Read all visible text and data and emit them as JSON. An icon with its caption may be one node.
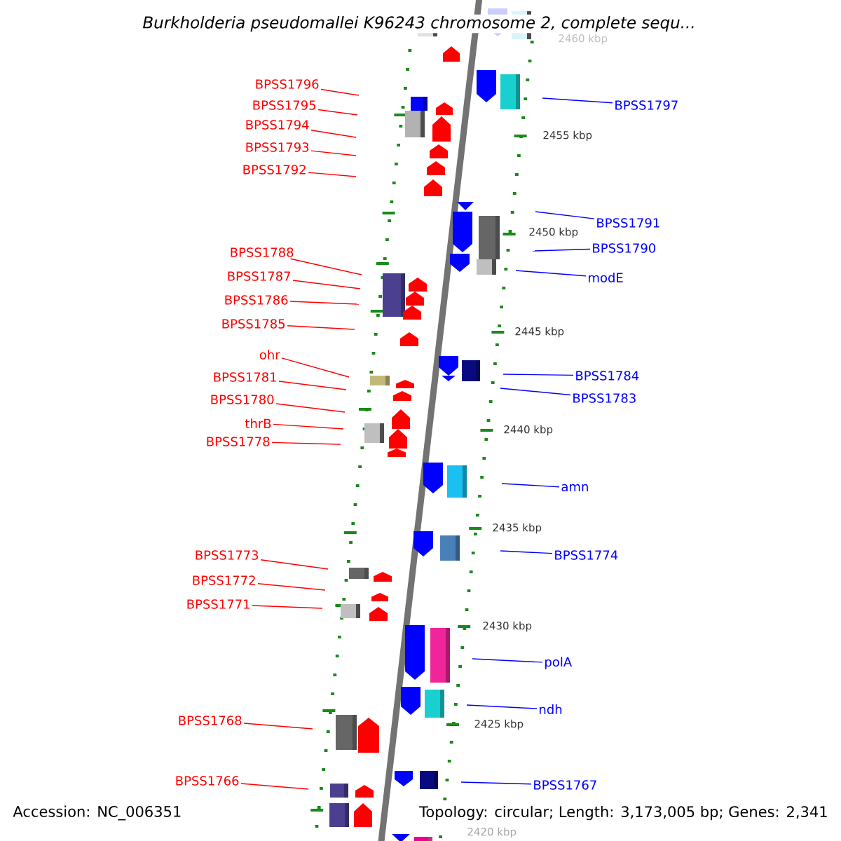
{
  "diagram": {
    "title": "Burkholderia pseudomallei K96243 chromosome 2, complete sequ...",
    "nodes": [
      {
        "text": [
          "BPSS1796"
        ]
      },
      {
        "text": [
          "BPSS1797"
        ]
      },
      {
        "text": [
          "BPSS1795"
        ]
      },
      {
        "text": [
          "BPSS1794"
        ]
      },
      {
        "text": [
          "BPSS1793"
        ]
      },
      {
        "text": [
          "BPSS1792"
        ]
      },
      {
        "text": [
          "BPSS1791"
        ]
      },
      {
        "text": [
          "BPSS1790"
        ]
      },
      {
        "text": [
          "BPSS1788"
        ]
      },
      {
        "text": [
          "BPSS1787"
        ]
      },
      {
        "text": [
          "modE"
        ]
      },
      {
        "text": [
          "BPSS1786"
        ]
      },
      {
        "text": [
          "BPSS1785"
        ]
      },
      {
        "text": [
          "ohr"
        ]
      },
      {
        "text": [
          "BPSS1784"
        ]
      },
      {
        "text": [
          "BPSS1781"
        ]
      },
      {
        "text": [
          "BPSS1783"
        ]
      },
      {
        "text": [
          "BPSS1780"
        ]
      },
      {
        "text": [
          "thrB"
        ]
      },
      {
        "text": [
          "BPSS1778"
        ]
      },
      {
        "text": [
          "amn"
        ]
      },
      {
        "text": [
          "BPSS1773"
        ]
      },
      {
        "text": [
          "BPSS1774"
        ]
      },
      {
        "text": [
          "BPSS1772"
        ]
      },
      {
        "text": [
          "BPSS1771"
        ]
      },
      {
        "text": [
          "polA"
        ]
      },
      {
        "text": [
          "ndh"
        ]
      },
      {
        "text": [
          "BPSS1768"
        ]
      },
      {
        "text": [
          "BPSS1767"
        ]
      },
      {
        "text": [
          "BPSS1766"
        ]
      }
    ],
    "edges": [
      {
        "from": 0,
        "to": null,
        "arrow": "none"
      },
      {
        "from": 1,
        "to": null,
        "arrow": "none",
        "color": "#0000ff"
      },
      {
        "from": 2,
        "to": null,
        "arrow": "none"
      },
      {
        "from": 3,
        "to": null,
        "arrow": "none"
      },
      {
        "from": 4,
        "to": null,
        "arrow": "none"
      },
      {
        "from": 5,
        "to": null,
        "arrow": "none"
      },
      {
        "from": 6,
        "to": null,
        "arrow": "none",
        "color": "#0000ff"
      },
      {
        "from": 7,
        "to": null,
        "arrow": "none",
        "color": "#0000ff"
      },
      {
        "from": 8,
        "to": null,
        "arrow": "none"
      },
      {
        "from": 9,
        "to": null,
        "arrow": "none"
      },
      {
        "from": 10,
        "to": null,
        "arrow": "none",
        "color": "#0000ff"
      },
      {
        "from": 11,
        "to": null,
        "arrow": "none"
      },
      {
        "from": 12,
        "to": null,
        "arrow": "none"
      },
      {
        "from": 13,
        "to": null,
        "arrow": "none"
      },
      {
        "from": 14,
        "to": null,
        "arrow": "none",
        "color": "#0000ff"
      },
      {
        "from": 15,
        "to": null,
        "arrow": "none"
      },
      {
        "from": 16,
        "to": null,
        "arrow": "none",
        "color": "#0000ff"
      },
      {
        "from": 17,
        "to": null,
        "arrow": "none"
      },
      {
        "from": 18,
        "to": null,
        "arrow": "none"
      },
      {
        "from": 19,
        "to": null,
        "arrow": "none"
      },
      {
        "from": 20,
        "to": null,
        "arrow": "none",
        "color": "#0000ff"
      },
      {
        "from": 21,
        "to": null,
        "arrow": "none"
      },
      {
        "from": 22,
        "to": null,
        "arrow": "none",
        "color": "#0000ff"
      },
      {
        "from": 23,
        "to": null,
        "arrow": "none"
      },
      {
        "from": 24,
        "to": null,
        "arrow": "none"
      },
      {
        "from": 25,
        "to": null,
        "arrow": "none",
        "color": "#0000ff"
      },
      {
        "from": 26,
        "to": null,
        "arrow": "none",
        "color": "#0000ff"
      },
      {
        "from": 27,
        "to": null,
        "arrow": "none"
      },
      {
        "from": 28,
        "to": null,
        "arrow": "none",
        "color": "#0000ff"
      },
      {
        "from": 29,
        "to": null,
        "arrow": "none"
      }
    ],
    "labels": [
      "2460 kbp",
      "2455 kbp",
      "2450 kbp",
      "2445 kbp",
      "2440 kbp",
      "2435 kbp",
      "2430 kbp",
      "2425 kbp",
      "2420 kbp",
      "Accession: NC_006351",
      "Topology: circular; Length: 3,173,005 bp; Genes: 2,341"
    ]
  }
}
